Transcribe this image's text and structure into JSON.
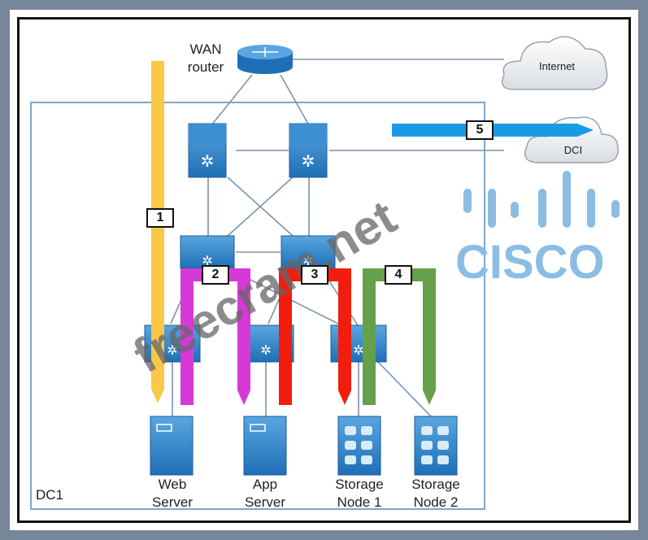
{
  "diagram": {
    "title_labels": {
      "wan_router": [
        "WAN",
        "router"
      ],
      "internet": "Internet",
      "dci": "DCI",
      "dc1": "DC1"
    },
    "servers": [
      {
        "name": "web-server",
        "label": [
          "Web",
          "Server"
        ],
        "type": "server"
      },
      {
        "name": "app-server",
        "label": [
          "App",
          "Server"
        ],
        "type": "server"
      },
      {
        "name": "storage-node-1",
        "label": [
          "Storage",
          "Node 1"
        ],
        "type": "storage"
      },
      {
        "name": "storage-node-2",
        "label": [
          "Storage",
          "Node 2"
        ],
        "type": "storage"
      }
    ],
    "flows": [
      {
        "id": "1",
        "color": "#f9c846",
        "description": "WAN router to Web Server"
      },
      {
        "id": "2",
        "color": "#d63ad6",
        "description": "Web Server to App Server"
      },
      {
        "id": "3",
        "color": "#f21d0e",
        "description": "App Server to Storage Node 1"
      },
      {
        "id": "4",
        "color": "#66a04a",
        "description": "Storage Node 1 to Storage Node 2"
      },
      {
        "id": "5",
        "color": "#1a9be6",
        "description": "DC1 to DCI"
      }
    ],
    "watermark": "freecram.net",
    "logo": "CISCO",
    "colors": {
      "device_blue": "#2a7cc4",
      "link_gray": "#7b93ab",
      "dc_border": "#7ea6c8",
      "logo_blue": "#8bbde3"
    }
  }
}
